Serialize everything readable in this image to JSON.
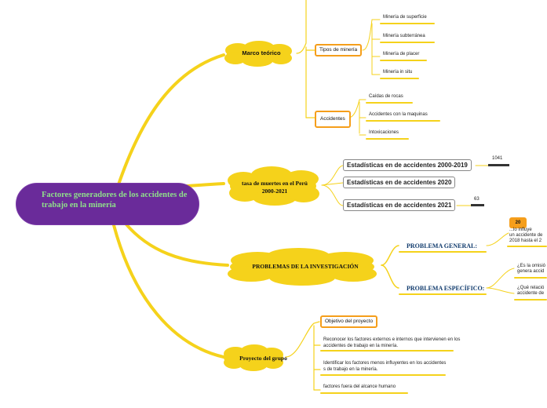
{
  "central": {
    "title": "Factores generadores de los accidentes de trabajo en la minería"
  },
  "marco": {
    "label": "Marco teórico",
    "tipos": {
      "label": "Tipos de minería",
      "items": [
        "Minería de superficie",
        "Minería subterránea",
        "Minería de placer",
        "Minería in situ"
      ]
    },
    "accidentes": {
      "label": "Accidentes",
      "items": [
        "Caídas de rocas",
        "Accidentes con la maquinas",
        "Intoxicaciones"
      ]
    }
  },
  "tasa": {
    "label": "tasa de muertes en el Perú 2000-2021",
    "stats": [
      {
        "label": "Estadísticas en de accidentes 2000-2019",
        "value": "1041"
      },
      {
        "label": "Estadísticas en de accidentes 2020",
        "value": ""
      },
      {
        "label": "Estadísticas en de accidentes 2021",
        "value": "63"
      }
    ]
  },
  "problemas": {
    "label": "PROBLEMAS DE LA INVESTIGACIÓN",
    "general": {
      "label": "PROBLEMA GENERAL:",
      "badge": "20",
      "text_line1": "...lo influye",
      "text_line2": "un accidente de",
      "text_line3": "2018 hasta el 2"
    },
    "especifico": {
      "label": "PROBLEMA ESPECÍFICO:",
      "q1_line1": "¿Es la omisió",
      "q1_line2": "genera accid",
      "q2_line1": "¿Qué relació",
      "q2_line2": "accidente de"
    }
  },
  "proyecto": {
    "label": "Proyecto del grupo",
    "objetivo": "Objetivo del proyecto",
    "items": [
      "Reconocer los factores externos e internos que intervienen en los accidentes de trabajo en la minería.",
      "Identificar los factores menos influyentes en los accidentes s de trabajo en la minería.",
      "factores fuera del alcance humano"
    ]
  },
  "colors": {
    "branch": "#f5d21b",
    "central_bg": "#6a2b9a",
    "central_text": "#8fe08a",
    "box_border": "#f59e1b",
    "problem_text": "#123c6e"
  }
}
